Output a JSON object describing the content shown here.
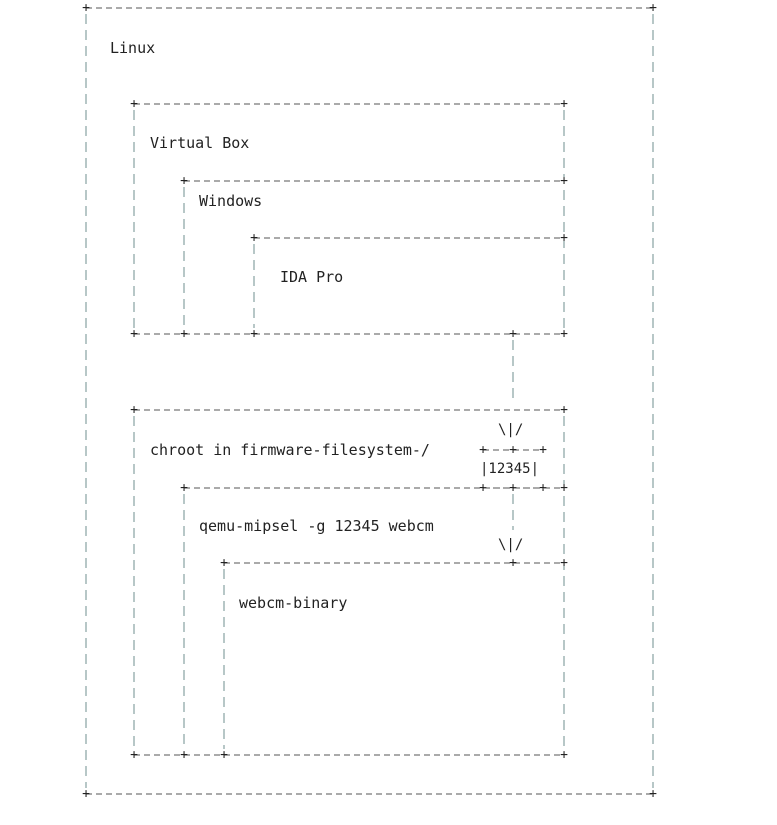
{
  "colors": {
    "background": "#ffffff",
    "horizontal_dash": "#555555",
    "vertical_dash": "#6f8f8f",
    "text": "#222222"
  },
  "linux": {
    "label": "Linux"
  },
  "virtualbox": {
    "label": "Virtual Box",
    "windows": {
      "label": "Windows",
      "ida": {
        "label": "IDA Pro"
      }
    }
  },
  "chroot": {
    "label": "chroot in firmware-filesystem-/",
    "port_box": {
      "arrow_top": "\\|/",
      "port": "|12345|"
    },
    "qemu": {
      "label": "qemu-mipsel -g 12345 webcm",
      "arrow": "\\|/",
      "binary": {
        "label": "webcm-binary"
      }
    }
  }
}
